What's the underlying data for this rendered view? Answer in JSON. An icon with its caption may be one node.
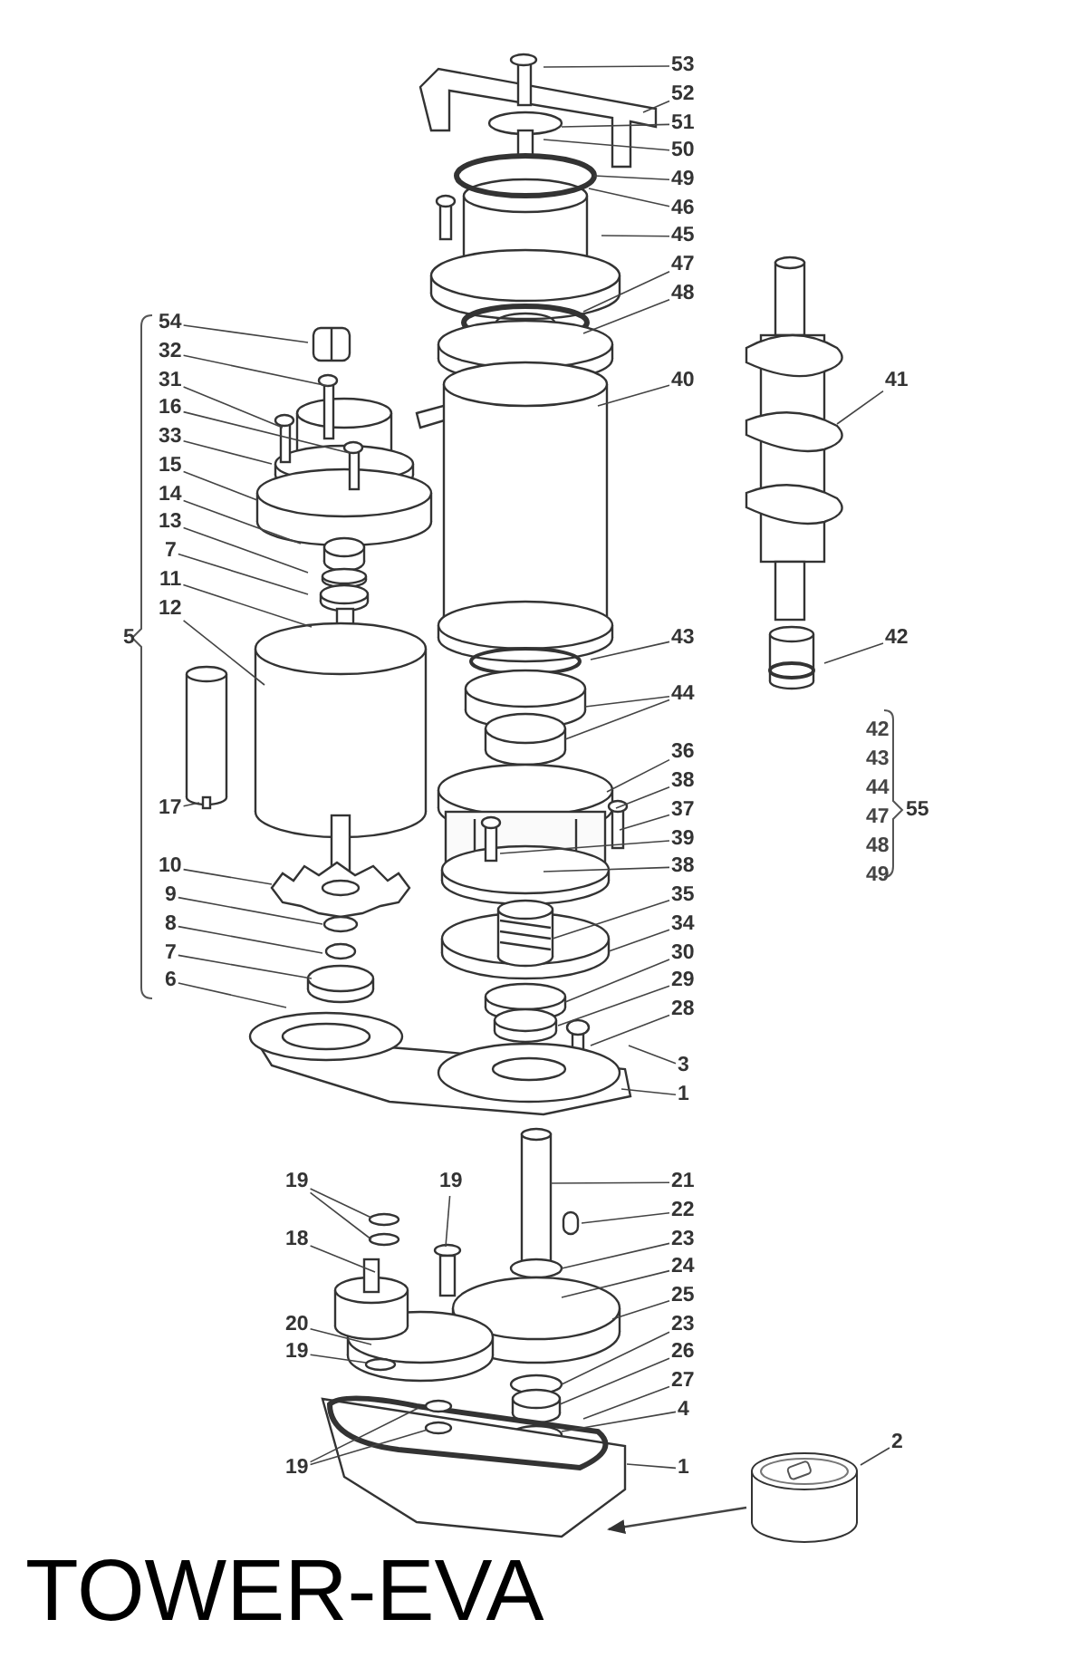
{
  "diagram": {
    "title": "TOWER-EVA",
    "nodes": [
      {
        "text": [
          "53"
        ]
      },
      {
        "text": [
          "52"
        ]
      },
      {
        "text": [
          "51"
        ]
      },
      {
        "text": [
          "50"
        ]
      },
      {
        "text": [
          "49"
        ]
      },
      {
        "text": [
          "46"
        ]
      },
      {
        "text": [
          "45"
        ]
      },
      {
        "text": [
          "47"
        ]
      },
      {
        "text": [
          "48"
        ]
      },
      {
        "text": [
          "54"
        ]
      },
      {
        "text": [
          "32"
        ]
      },
      {
        "text": [
          "31"
        ]
      },
      {
        "text": [
          "16"
        ]
      },
      {
        "text": [
          "33"
        ]
      },
      {
        "text": [
          "40"
        ]
      },
      {
        "text": [
          "15"
        ]
      },
      {
        "text": [
          "14"
        ]
      },
      {
        "text": [
          "13"
        ]
      },
      {
        "text": [
          "7"
        ]
      },
      {
        "text": [
          "11"
        ]
      },
      {
        "text": [
          "12"
        ]
      },
      {
        "text": [
          "41"
        ]
      },
      {
        "text": [
          "43"
        ]
      },
      {
        "text": [
          "42"
        ]
      },
      {
        "text": [
          "44"
        ]
      },
      {
        "text": [
          "36"
        ]
      },
      {
        "text": [
          "38"
        ]
      },
      {
        "text": [
          "37"
        ]
      },
      {
        "text": [
          "17"
        ]
      },
      {
        "text": [
          "39"
        ]
      },
      {
        "text": [
          "10"
        ]
      },
      {
        "text": [
          "38"
        ]
      },
      {
        "text": [
          "35"
        ]
      },
      {
        "text": [
          "9"
        ]
      },
      {
        "text": [
          "8"
        ]
      },
      {
        "text": [
          "34"
        ]
      },
      {
        "text": [
          "7"
        ]
      },
      {
        "text": [
          "30"
        ]
      },
      {
        "text": [
          "6"
        ]
      },
      {
        "text": [
          "29"
        ]
      },
      {
        "text": [
          "28"
        ]
      },
      {
        "text": [
          "3"
        ]
      },
      {
        "text": [
          "1"
        ]
      },
      {
        "text": [
          "19"
        ]
      },
      {
        "text": [
          "19"
        ]
      },
      {
        "text": [
          "21"
        ]
      },
      {
        "text": [
          "22"
        ]
      },
      {
        "text": [
          "18"
        ]
      },
      {
        "text": [
          "23"
        ]
      },
      {
        "text": [
          "24"
        ]
      },
      {
        "text": [
          "25"
        ]
      },
      {
        "text": [
          "20"
        ]
      },
      {
        "text": [
          "23"
        ]
      },
      {
        "text": [
          "19"
        ]
      },
      {
        "text": [
          "26"
        ]
      },
      {
        "text": [
          "27"
        ]
      },
      {
        "text": [
          "4"
        ]
      },
      {
        "text": [
          "2"
        ]
      },
      {
        "text": [
          "19"
        ]
      },
      {
        "text": [
          "1"
        ]
      },
      {
        "text": [],
        "shape": "cylinder"
      }
    ],
    "edges": [
      {
        "from": 0,
        "to": null,
        "arrow": "none"
      },
      {
        "from": 1,
        "to": null,
        "arrow": "none"
      },
      {
        "from": 2,
        "to": null,
        "arrow": "none"
      },
      {
        "from": 3,
        "to": null,
        "arrow": "none"
      },
      {
        "from": 4,
        "to": null,
        "arrow": "none"
      },
      {
        "from": 5,
        "to": null,
        "arrow": "none"
      },
      {
        "from": 6,
        "to": null,
        "arrow": "none"
      },
      {
        "from": 7,
        "to": null,
        "arrow": "none"
      },
      {
        "from": 8,
        "to": null,
        "arrow": "none"
      },
      {
        "from": 9,
        "to": null,
        "arrow": "none"
      },
      {
        "from": 10,
        "to": null,
        "arrow": "none"
      },
      {
        "from": 11,
        "to": null,
        "arrow": "none"
      },
      {
        "from": 12,
        "to": null,
        "arrow": "none"
      },
      {
        "from": 13,
        "to": null,
        "arrow": "none"
      },
      {
        "from": 14,
        "to": null,
        "arrow": "none"
      },
      {
        "from": 15,
        "to": null,
        "arrow": "none"
      },
      {
        "from": 16,
        "to": null,
        "arrow": "none"
      },
      {
        "from": 17,
        "to": null,
        "arrow": "none"
      },
      {
        "from": 18,
        "to": null,
        "arrow": "none"
      },
      {
        "from": 19,
        "to": null,
        "arrow": "none"
      },
      {
        "from": 20,
        "to": null,
        "arrow": "none"
      },
      {
        "from": 21,
        "to": null,
        "arrow": "none"
      },
      {
        "from": 22,
        "to": null,
        "arrow": "none"
      },
      {
        "from": 23,
        "to": null,
        "arrow": "none"
      },
      {
        "from": 24,
        "to": null,
        "arrow": "none"
      },
      {
        "from": 24,
        "to": null,
        "arrow": "none"
      },
      {
        "from": 25,
        "to": null,
        "arrow": "none"
      },
      {
        "from": 26,
        "to": null,
        "arrow": "none"
      },
      {
        "from": 27,
        "to": null,
        "arrow": "none"
      },
      {
        "from": 28,
        "to": null,
        "arrow": "none"
      },
      {
        "from": 29,
        "to": null,
        "arrow": "none"
      },
      {
        "from": 30,
        "to": null,
        "arrow": "none"
      },
      {
        "from": 31,
        "to": null,
        "arrow": "none"
      },
      {
        "from": 32,
        "to": null,
        "arrow": "none"
      },
      {
        "from": 33,
        "to": null,
        "arrow": "none"
      },
      {
        "from": 34,
        "to": null,
        "arrow": "none"
      },
      {
        "from": 35,
        "to": null,
        "arrow": "none"
      },
      {
        "from": 36,
        "to": null,
        "arrow": "none"
      },
      {
        "from": 37,
        "to": null,
        "arrow": "none"
      },
      {
        "from": 38,
        "to": null,
        "arrow": "none"
      },
      {
        "from": 39,
        "to": null,
        "arrow": "none"
      },
      {
        "from": 40,
        "to": null,
        "arrow": "none"
      },
      {
        "from": 41,
        "to": null,
        "arrow": "none"
      },
      {
        "from": 42,
        "to": null,
        "arrow": "none"
      },
      {
        "from": 43,
        "to": null,
        "arrow": "none"
      },
      {
        "from": 43,
        "to": null,
        "arrow": "none"
      },
      {
        "from": 44,
        "to": null,
        "arrow": "none"
      },
      {
        "from": 45,
        "to": null,
        "arrow": "none"
      },
      {
        "from": 46,
        "to": null,
        "arrow": "none"
      },
      {
        "from": 47,
        "to": null,
        "arrow": "none"
      },
      {
        "from": 48,
        "to": null,
        "arrow": "none"
      },
      {
        "from": 49,
        "to": null,
        "arrow": "none"
      },
      {
        "from": 50,
        "to": null,
        "arrow": "none"
      },
      {
        "from": 51,
        "to": null,
        "arrow": "none"
      },
      {
        "from": 52,
        "to": null,
        "arrow": "none"
      },
      {
        "from": 53,
        "to": null,
        "arrow": "none"
      },
      {
        "from": 54,
        "to": null,
        "arrow": "none"
      },
      {
        "from": 55,
        "to": null,
        "arrow": "none"
      },
      {
        "from": 56,
        "to": null,
        "arrow": "none"
      },
      {
        "from": 57,
        "to": 60,
        "arrow": "none"
      },
      {
        "from": 58,
        "to": null,
        "arrow": "none"
      },
      {
        "from": 58,
        "to": null,
        "arrow": "none"
      },
      {
        "from": 59,
        "to": null,
        "arrow": "none"
      },
      {
        "from": 60,
        "to": null,
        "arrow": "to"
      }
    ],
    "labels": [
      "5",
      "42",
      "43",
      "44",
      "47",
      "48",
      "49",
      "55"
    ]
  }
}
